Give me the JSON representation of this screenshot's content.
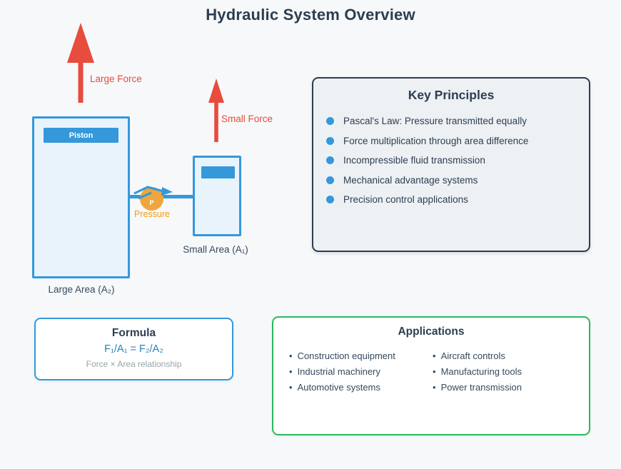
{
  "page": {
    "title": "Hydraulic System Overview"
  },
  "diagram": {
    "large_force_label": "Large Force",
    "small_force_label": "Small Force",
    "large_cylinder": {
      "piston_label": "Piston",
      "area_label": "Large Area (A₂)"
    },
    "small_cylinder": {
      "area_label": "Small Area (A₁)"
    },
    "pressure": {
      "symbol": "P",
      "label": "Pressure"
    }
  },
  "key_principles": {
    "title": "Key Principles",
    "items": [
      "Pascal's Law: Pressure transmitted equally",
      "Force multiplication through area difference",
      "Incompressible fluid transmission",
      "Mechanical advantage systems",
      "Precision control applications"
    ]
  },
  "formula": {
    "title": "Formula",
    "equation": "F₁/A₁ = F₂/A₂",
    "subtitle": "Force × Area relationship"
  },
  "applications": {
    "title": "Applications",
    "bullet": "•",
    "columns": [
      [
        "Construction equipment",
        "Industrial machinery",
        "Automotive systems"
      ],
      [
        "Aircraft controls",
        "Manufacturing tools",
        "Power transmission"
      ]
    ]
  },
  "colors": {
    "background": "#f7f8fa",
    "accent_blue": "#3498db",
    "force_red": "#e74c3c",
    "pressure_orange": "#f39c12",
    "applications_green": "#2eb85c",
    "heading_navy": "#2c3e50"
  }
}
